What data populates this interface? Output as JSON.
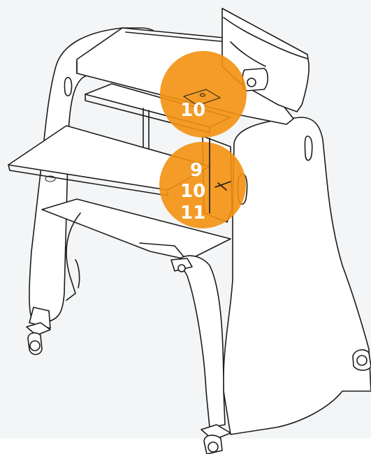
{
  "colors": {
    "background": "#f4f5f6",
    "callout": "#f39110",
    "callout_text": "#ffffff",
    "line": "#1c1c1c"
  },
  "callouts": {
    "upper": {
      "label": "10"
    },
    "lower": {
      "labels": [
        "9",
        "10",
        "11"
      ]
    }
  }
}
